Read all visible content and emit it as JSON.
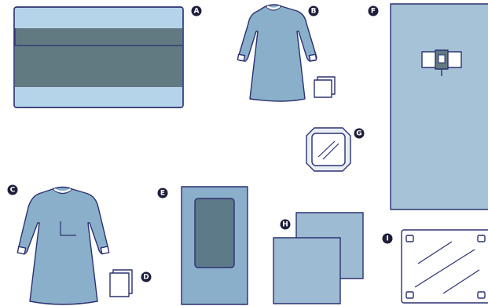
{
  "labels": {
    "a": "A",
    "b": "B",
    "c": "C",
    "d": "D",
    "e": "E",
    "f": "F",
    "g": "G",
    "h": "H",
    "i": "I"
  },
  "colors": {
    "drape_light": "#b5d4ea",
    "drape_dark": "#617980",
    "gown": "#8aafcb",
    "gown_cuff": "#ffffff",
    "incise_panel": "#a6c2d6",
    "towel": "#9dbcd3",
    "outline": "#2b3170",
    "badge": "#1e1e3c",
    "window": "#5c7a88",
    "bag_frame": "#e8eef3"
  },
  "icons": {
    "drape_a": "table-cover-icon",
    "gown_b": "surgical-gown-icon",
    "towels_b": "hand-towels-icon",
    "drape_f": "fenestrated-drape-icon",
    "bag_g": "instrument-pouch-icon",
    "gown_c": "reinforced-gown-icon",
    "towels_d": "hand-towels-icon",
    "cover_e": "mayo-stand-cover-icon",
    "towels_h": "drape-sheets-icon",
    "bag_i": "adhesive-film-icon"
  }
}
